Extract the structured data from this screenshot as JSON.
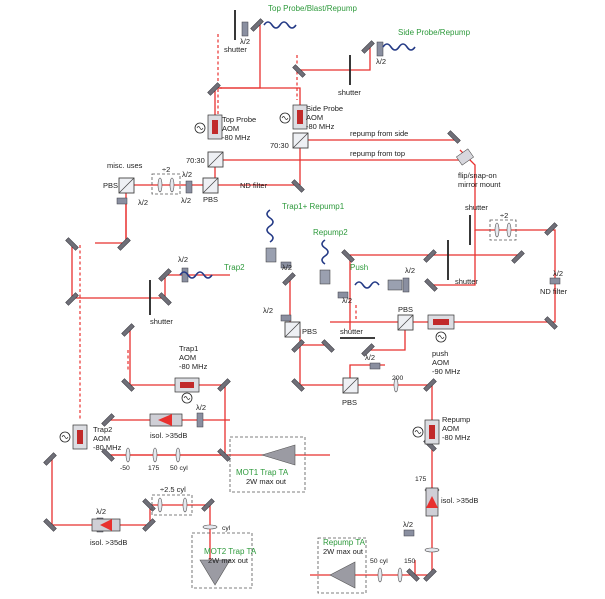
{
  "labels": {
    "top_probe_fiber": "Top Probe/Blast/Repump",
    "side_probe_fiber": "Side Probe/Repump",
    "trap1_repump1_fiber": "Trap1+ Repump1",
    "repump2_fiber": "Repump2",
    "push_fiber": "Push",
    "trap2_fiber": "Trap2",
    "shutter": "shutter",
    "lambda2": "λ/2",
    "pbs": "PBS",
    "ratio_70_30": "70:30",
    "misc_uses": "misc. uses",
    "nd_filter": "ND filter",
    "top_probe_aom": [
      "Top Probe",
      "AOM",
      "-80 MHz"
    ],
    "side_probe_aom": [
      "Side Probe",
      "AOM",
      "-80 MHz"
    ],
    "trap1_aom": [
      "Trap1",
      "AOM",
      "-80 MHz"
    ],
    "trap2_aom": [
      "Trap2",
      "AOM",
      "-80 MHz"
    ],
    "push_aom": [
      "push",
      "AOM",
      "-90 MHz"
    ],
    "repump_aom": [
      "Repump",
      "AOM",
      "-80 MHz"
    ],
    "repump_from_side": "repump from side",
    "repump_from_top": "repump from top",
    "flip_mount": [
      "flip/snap-on",
      "mirror mount"
    ],
    "div2": "÷2",
    "div2_5cyl": "÷2.5 cyl",
    "lens_minus50": "-50",
    "lens_175": "175",
    "lens_50cyl": "50 cyl",
    "lens_cyl": "cyl",
    "lens_200": "200",
    "lens_150": "150",
    "isolator": "isol. >35dB",
    "mot1_ta": [
      "MOT1 Trap TA",
      "2W max out"
    ],
    "mot2_ta": [
      "MOT2 Trap TA",
      "2W max out"
    ],
    "repump_ta": [
      "Repump TA",
      "2W max out"
    ]
  },
  "colors": {
    "beam": "#e8312f",
    "fiber": "#243a86",
    "label_green": "#2e9a3c"
  }
}
